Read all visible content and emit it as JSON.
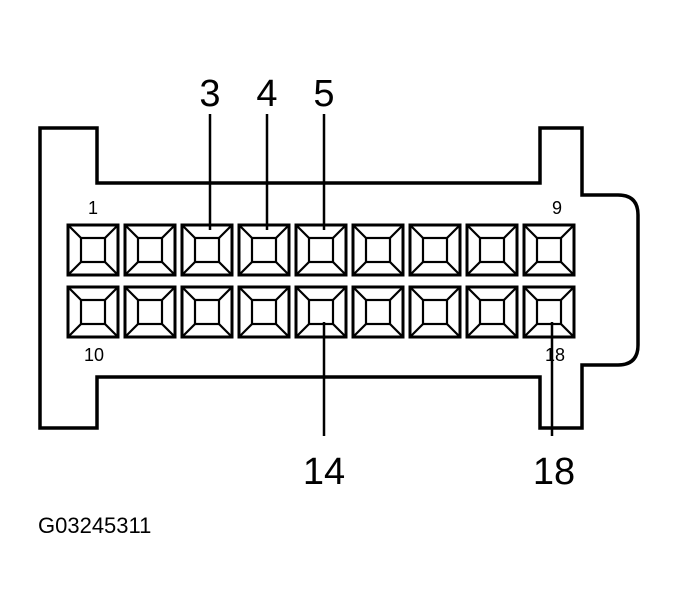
{
  "diagram": {
    "figure_code": "G03245311",
    "colors": {
      "stroke": "#000000",
      "background": "#ffffff"
    },
    "connector": {
      "rows": 2,
      "columns": 9,
      "pin_numbers": {
        "top_left": "1",
        "top_right": "9",
        "bottom_left": "10",
        "bottom_right": "18"
      }
    },
    "callouts": {
      "pin_3": "3",
      "pin_4": "4",
      "pin_5": "5",
      "pin_14": "14",
      "pin_18": "18"
    }
  }
}
